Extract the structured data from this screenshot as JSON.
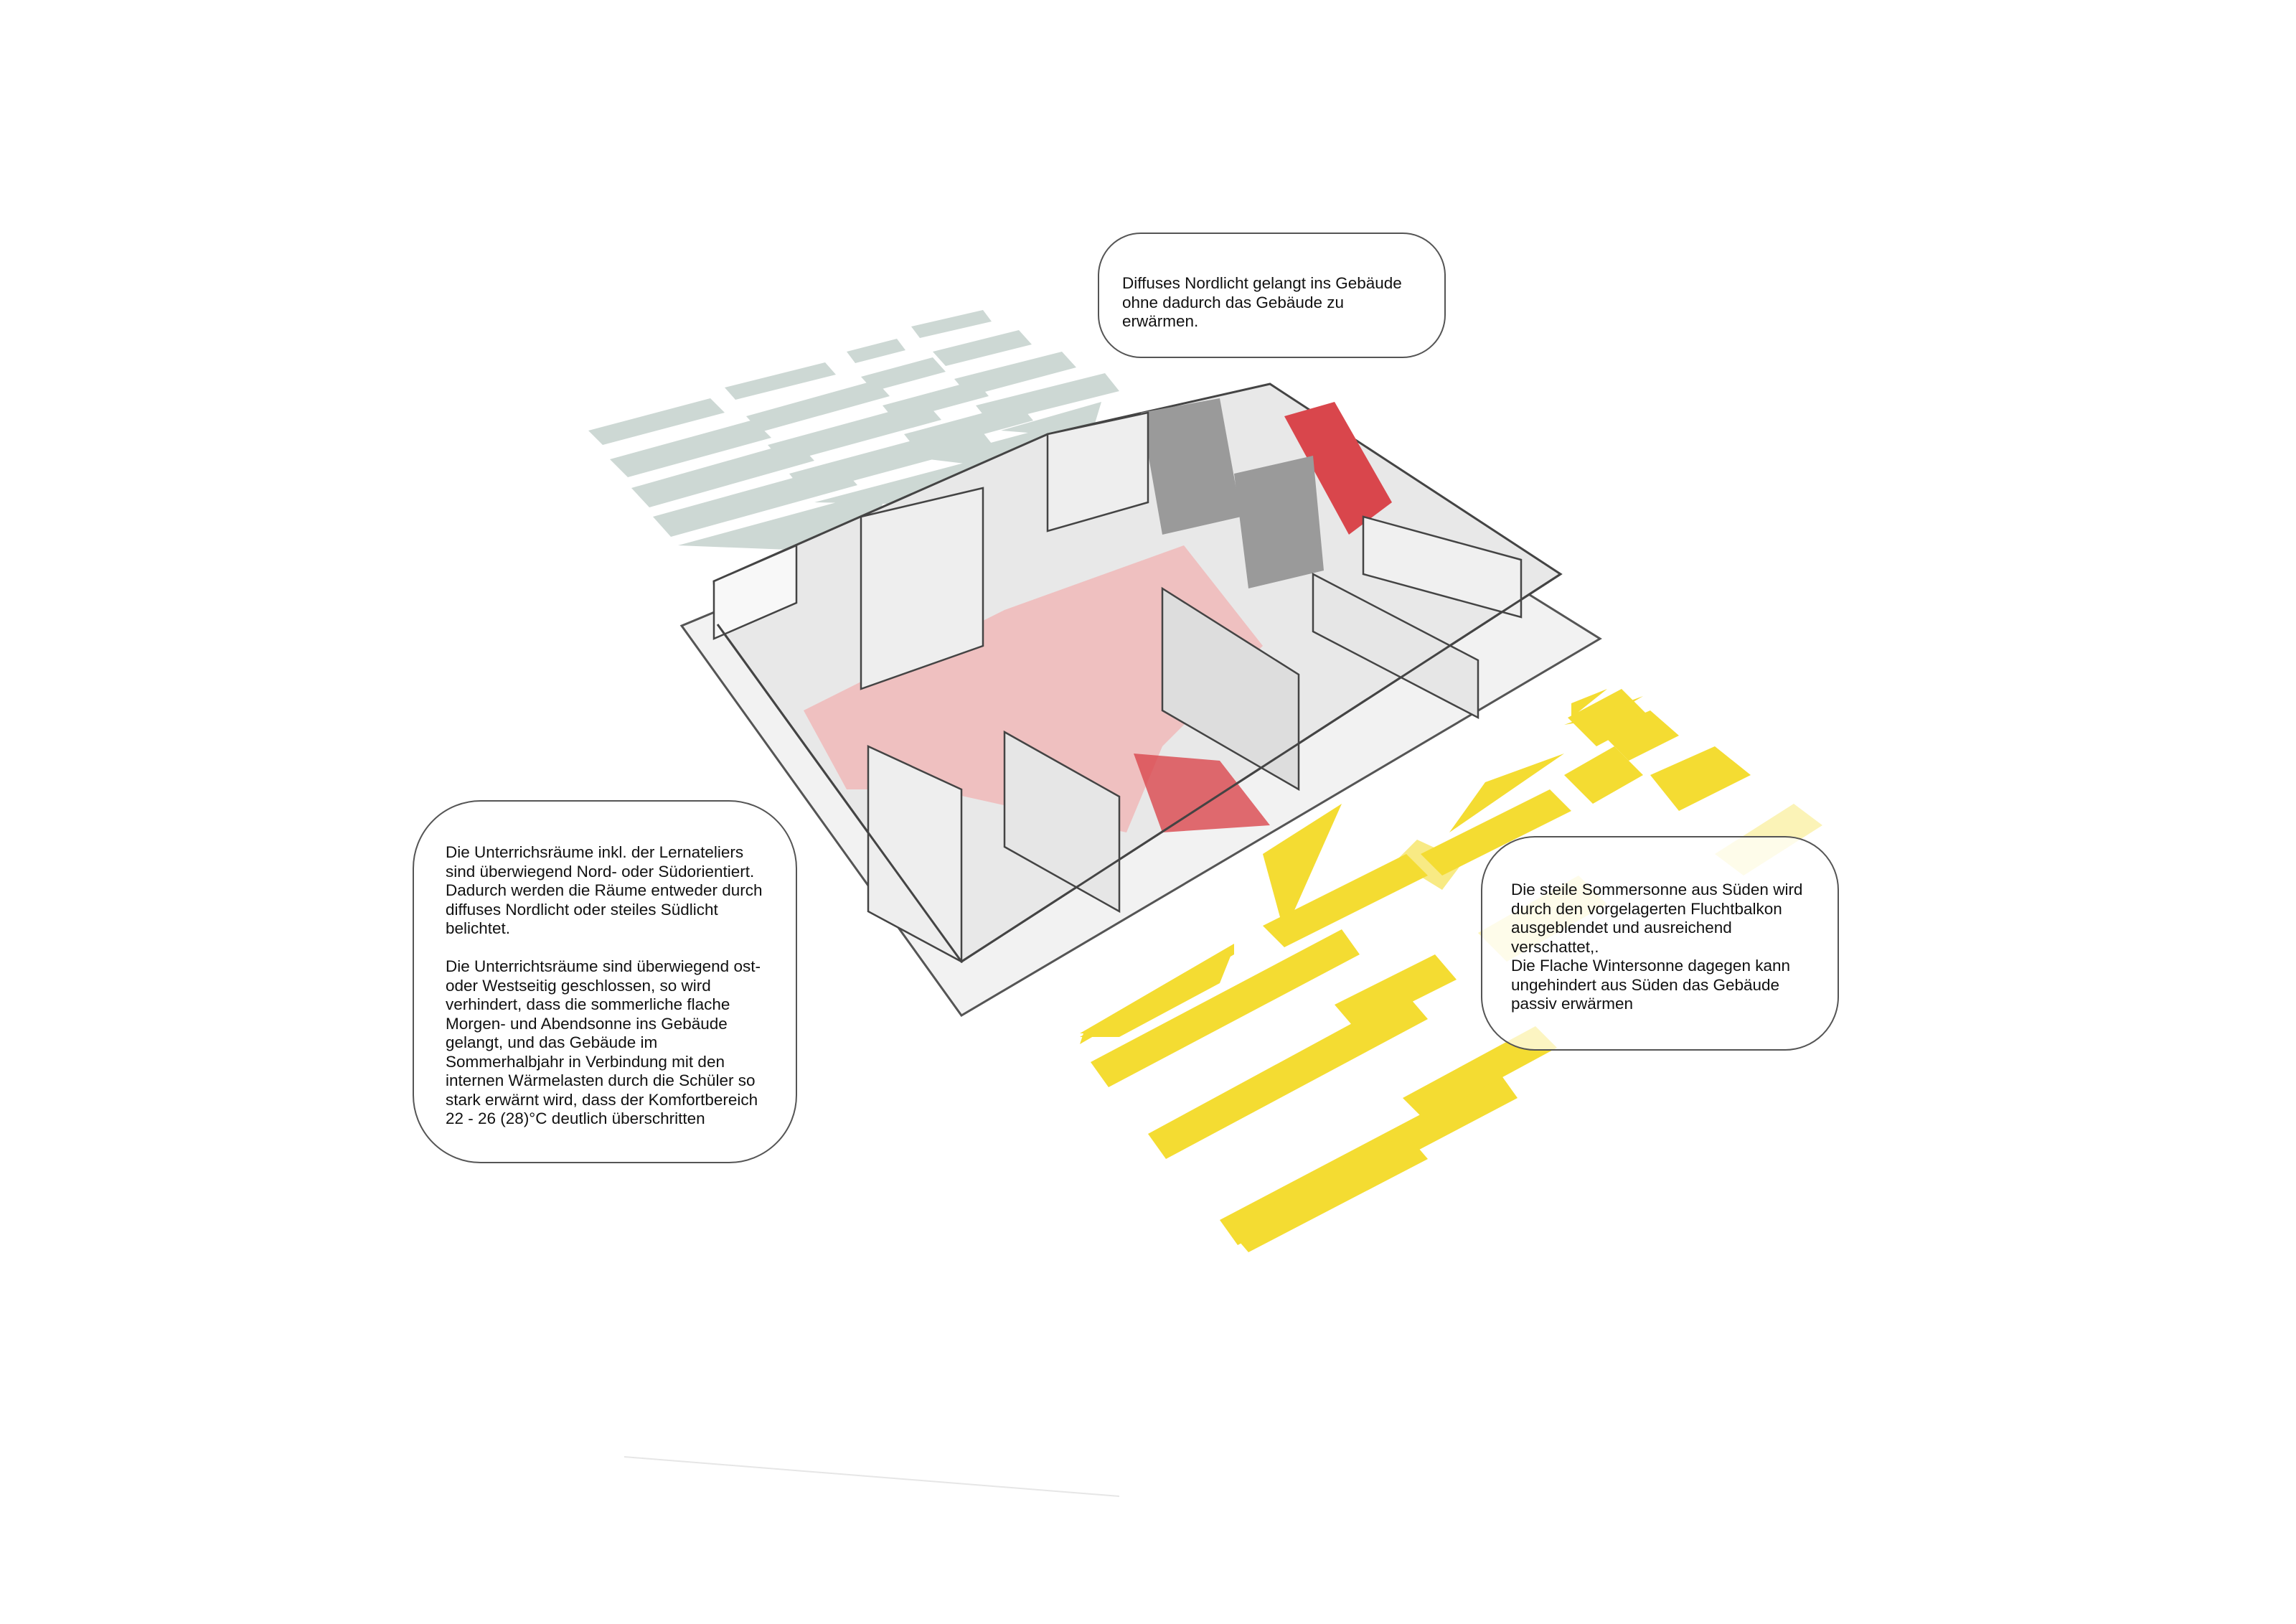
{
  "colors": {
    "north_light": "#cdd8d4",
    "south_sun": "#f4dc32",
    "highlight": "#d9464c",
    "floor_highlight": "#f0b8b8",
    "wall": "#e4e4e4",
    "core": "#9a9a9a"
  },
  "callouts": {
    "north": "Diffuses Nordlicht gelangt ins Gebäude\nohne dadurch das Gebäude zu erwärmen.",
    "east_west": "Die Unterrichsräume inkl. der Lernateliers\nsind überwiegend Nord- oder Südorientiert.\nDadurch werden die Räume entweder durch\ndiffuses Nordlicht oder steiles Südlicht\nbelichtet.\n\nDie Unterrichtsräume sind überwiegend ost-\noder Westseitig geschlossen, so wird\nverhindert, dass die sommerliche flache\nMorgen- und Abendsonne ins Gebäude\ngelangt, und das Gebäude im\nSommerhalbjahr in Verbindung mit den\ninternen Wärmelasten durch die Schüler so\nstark erwärnt wird, dass der Komfortbereich\n22 - 26 (28)°C deutlich überschritten",
    "south": "Die steile Sommersonne aus Süden wird\ndurch den vorgelagerten Fluchtbalkon\nausgeblendet und ausreichend\nverschattet,.\nDie Flache Wintersonne dagegen kann\nungehindert aus Süden das Gebäude\npassiv erwärmen"
  }
}
